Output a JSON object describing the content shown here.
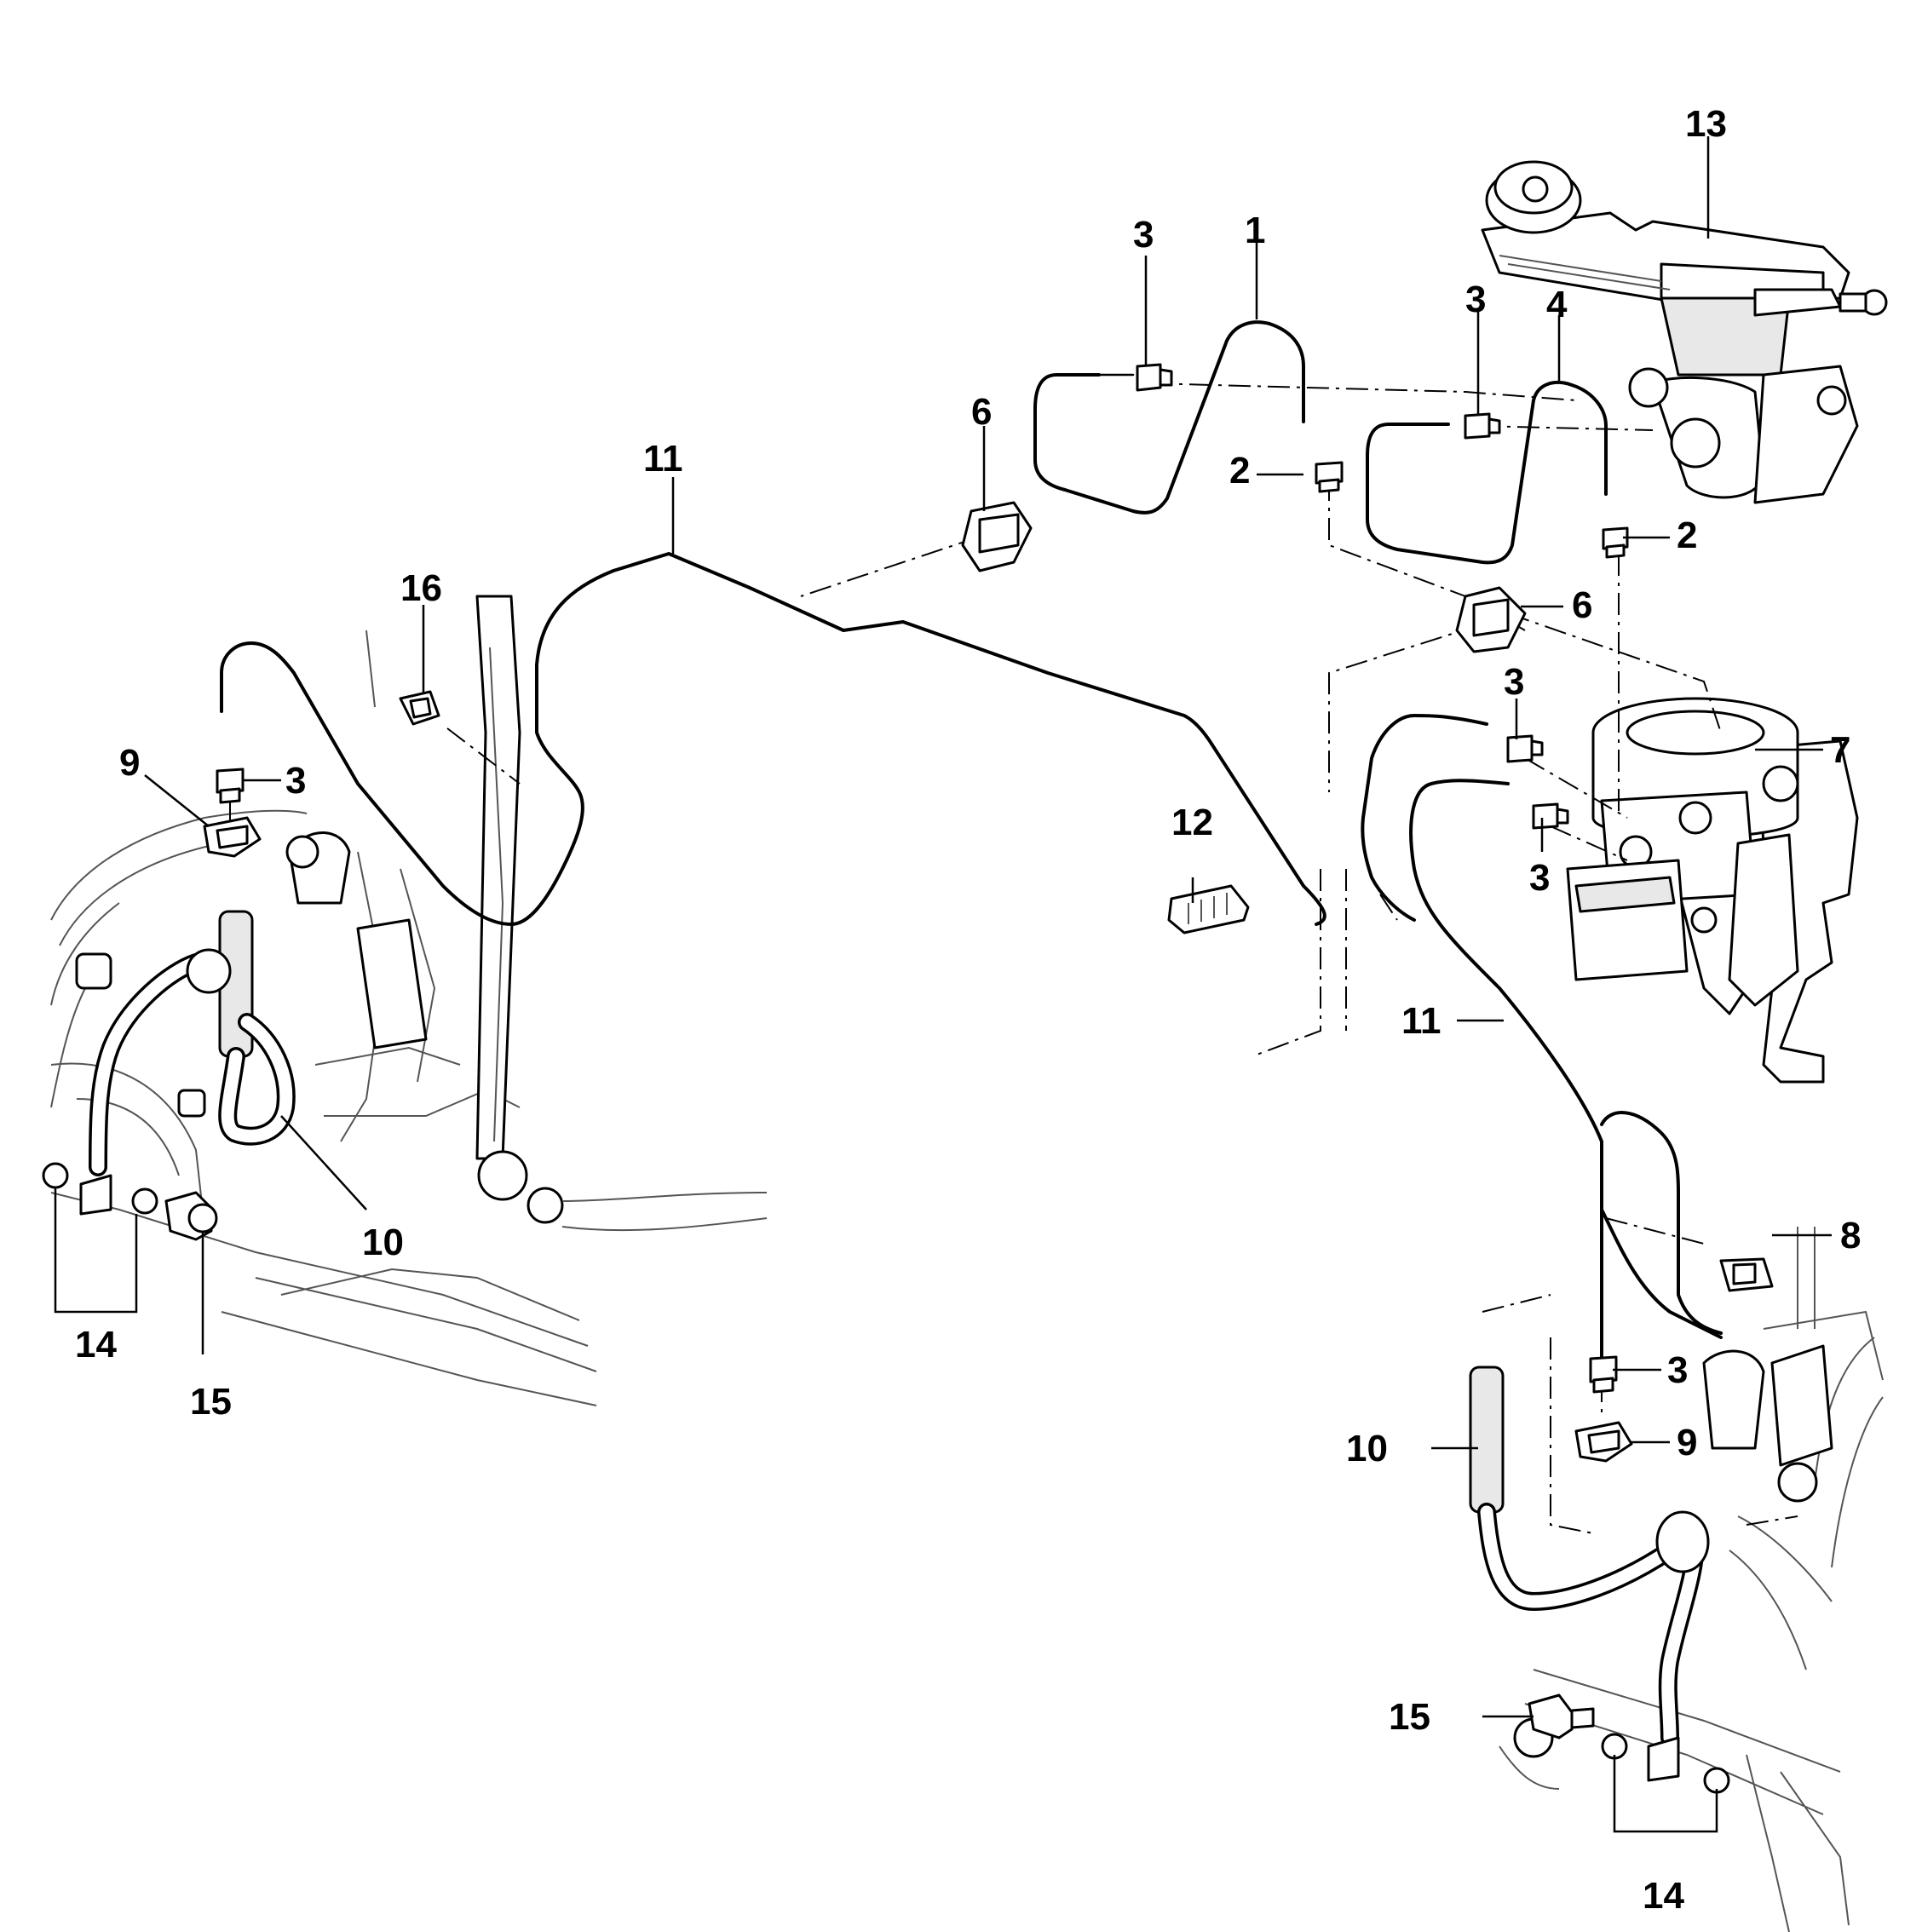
{
  "callouts": {
    "c1": "1",
    "c2a": "2",
    "c2b": "2",
    "c3a": "3",
    "c3b": "3",
    "c3c": "3",
    "c3d": "3",
    "c3e": "3",
    "c3f": "3",
    "c4": "4",
    "c6a": "6",
    "c6b": "6",
    "c7": "7",
    "c8": "8",
    "c9a": "9",
    "c9b": "9",
    "c10a": "10",
    "c10b": "10",
    "c11a": "11",
    "c11b": "11",
    "c12": "12",
    "c13": "13",
    "c14a": "14",
    "c14b": "14",
    "c15a": "15",
    "c15b": "15",
    "c16": "16"
  }
}
